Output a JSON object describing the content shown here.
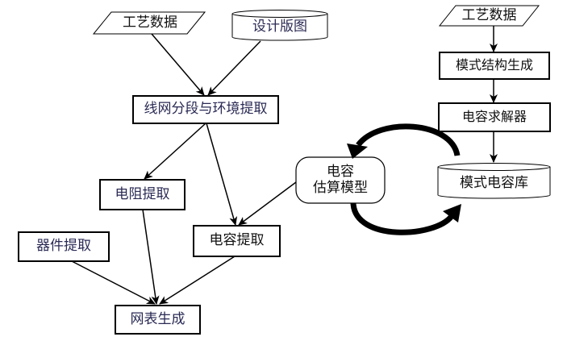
{
  "diagram": {
    "left_flow": {
      "process_data": "工艺数据",
      "layout_db": "设计版图",
      "segmentation": "线网分段与环境提取",
      "resistance_extract": "电阻提取",
      "capacitance_extract": "电容提取",
      "device_extract": "器件提取",
      "netlist_gen": "网表生成"
    },
    "center": {
      "estimation_model_line1": "电容",
      "estimation_model_line2": "估算模型"
    },
    "right_flow": {
      "process_data": "工艺数据",
      "pattern_gen": "模式结构生成",
      "solver": "电容求解器",
      "pattern_lib": "模式电容库"
    },
    "edges": [
      {
        "from": "工艺数据",
        "to": "线网分段与环境提取"
      },
      {
        "from": "设计版图",
        "to": "线网分段与环境提取"
      },
      {
        "from": "线网分段与环境提取",
        "to": "电阻提取"
      },
      {
        "from": "线网分段与环境提取",
        "to": "电容提取"
      },
      {
        "from": "电容估算模型",
        "to": "电容提取"
      },
      {
        "from": "电阻提取",
        "to": "网表生成"
      },
      {
        "from": "器件提取",
        "to": "网表生成"
      },
      {
        "from": "电容提取",
        "to": "网表生成"
      },
      {
        "from": "工艺数据(右)",
        "to": "模式结构生成"
      },
      {
        "from": "模式结构生成",
        "to": "电容求解器"
      },
      {
        "from": "电容求解器",
        "to": "模式电容库"
      },
      {
        "from": "模式电容库",
        "to": "电容估算模型"
      },
      {
        "from": "电容估算模型",
        "to": "模式电容库"
      }
    ]
  }
}
